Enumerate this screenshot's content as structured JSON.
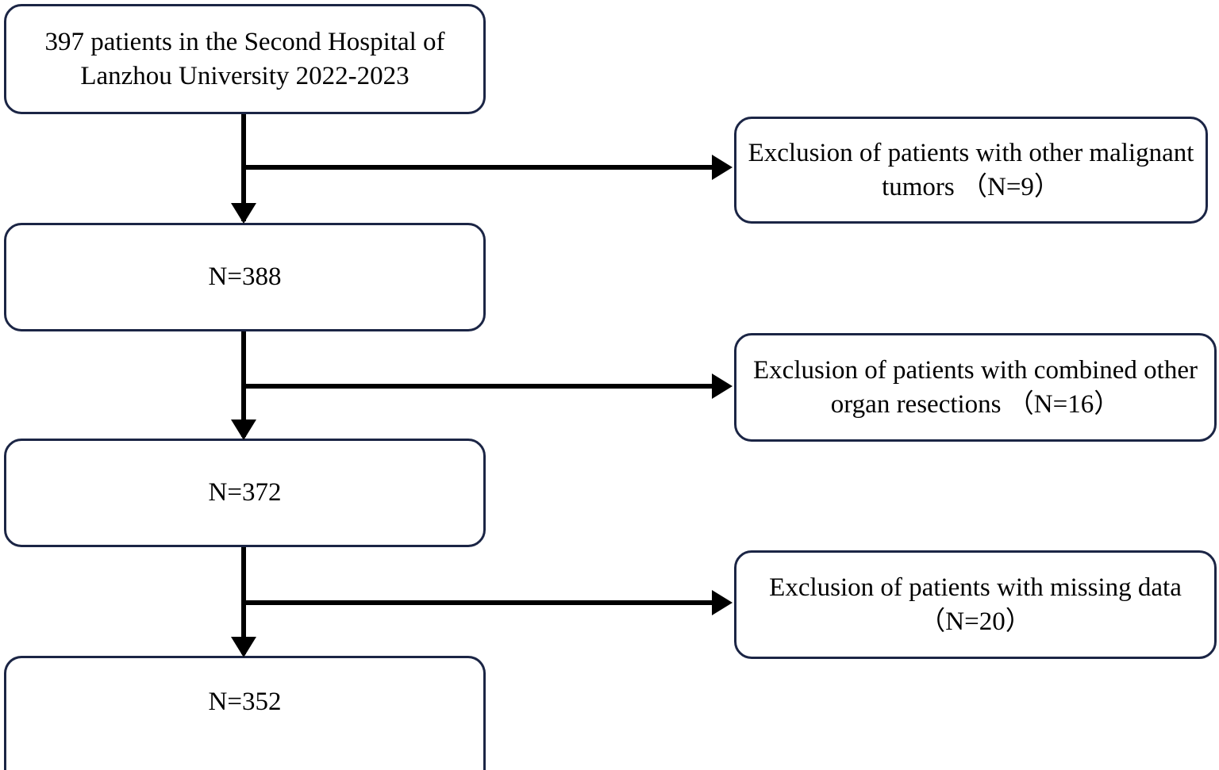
{
  "diagram": {
    "type": "patient-flow-diagram",
    "title": "Patient selection flow chart",
    "colors": {
      "box_border": "#1b2545",
      "box_fill": "#ffffff",
      "connector": "#000000",
      "text": "#000000",
      "background": "#ffffff"
    },
    "nodes": [
      {
        "id": "start",
        "role": "cohort",
        "text": "397 patients in the Second Hospital of Lanzhou University 2022-2023"
      },
      {
        "id": "stage1",
        "role": "cohort",
        "text": "N=388"
      },
      {
        "id": "stage2",
        "role": "cohort",
        "text": "N=372"
      },
      {
        "id": "stage3",
        "role": "cohort",
        "text": "N=352"
      },
      {
        "id": "exclusion1",
        "role": "exclusion",
        "text": "Exclusion of patients with other malignant tumors （N=9）"
      },
      {
        "id": "exclusion2",
        "role": "exclusion",
        "text": "Exclusion of patients with combined other organ resections （N=16）"
      },
      {
        "id": "exclusion3",
        "role": "exclusion",
        "text": "Exclusion of patients with missing data （N=20）"
      }
    ],
    "edges": [
      {
        "id": "edge-start-stage1",
        "from": "start",
        "to": "stage1",
        "direction": "down"
      },
      {
        "id": "edge-start-excl1",
        "from": "start",
        "to": "exclusion1",
        "direction": "right"
      },
      {
        "id": "edge-stage1-stage2",
        "from": "stage1",
        "to": "stage2",
        "direction": "down"
      },
      {
        "id": "edge-stage1-excl2",
        "from": "stage1",
        "to": "exclusion2",
        "direction": "right"
      },
      {
        "id": "edge-stage2-stage3",
        "from": "stage2",
        "to": "stage3",
        "direction": "down"
      },
      {
        "id": "edge-stage2-excl3",
        "from": "stage2",
        "to": "exclusion3",
        "direction": "right"
      }
    ]
  }
}
